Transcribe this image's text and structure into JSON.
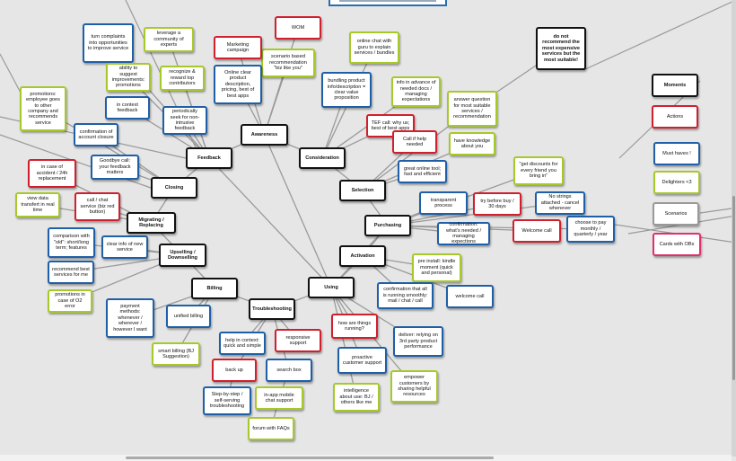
{
  "legend": [
    {
      "id": "lg-moments",
      "text": "Moments",
      "kind": "black"
    },
    {
      "id": "lg-actions",
      "text": "Actions",
      "kind": "red"
    },
    {
      "id": "lg-musthaves",
      "text": "Must haves !",
      "kind": "blue"
    },
    {
      "id": "lg-delighters",
      "text": "Delighters <3",
      "kind": "green"
    },
    {
      "id": "lg-scenarios",
      "text": "Scenarios",
      "kind": "gray"
    },
    {
      "id": "lg-obs",
      "text": "Cards with OBs",
      "kind": "pink"
    }
  ],
  "moments": [
    {
      "id": "awareness",
      "text": "Awareness"
    },
    {
      "id": "consideration",
      "text": "Consideration"
    },
    {
      "id": "feedback",
      "text": "Feedback"
    },
    {
      "id": "closing",
      "text": "Closing"
    },
    {
      "id": "selection",
      "text": "Selection"
    },
    {
      "id": "purchasing",
      "text": "Purchasing"
    },
    {
      "id": "migrating",
      "text": "Migrating / Replacing"
    },
    {
      "id": "upselling",
      "text": "Upselling / Downselling"
    },
    {
      "id": "activation",
      "text": "Activation"
    },
    {
      "id": "billing",
      "text": "Billing"
    },
    {
      "id": "using",
      "text": "Using"
    },
    {
      "id": "troubleshooting",
      "text": "Troubleshooting"
    }
  ],
  "cards": [
    {
      "id": "wom",
      "text": "WOM",
      "kind": "red"
    },
    {
      "id": "scenario-biz",
      "text": "scenario based recommendation \"biz like you\"",
      "kind": "green"
    },
    {
      "id": "marketing",
      "text": "Marketing campaign",
      "kind": "red"
    },
    {
      "id": "online-clear",
      "text": "Online clear product description, pricing, best of best apps",
      "kind": "blue"
    },
    {
      "id": "leverage",
      "text": "leverage a community of experts",
      "kind": "green"
    },
    {
      "id": "complaints",
      "text": "turn complaints into opportunities to improve service",
      "kind": "blue"
    },
    {
      "id": "ability",
      "text": "ability to suggest improvements: promotions",
      "kind": "green"
    },
    {
      "id": "recognize",
      "text": "recognize & reward top contributors",
      "kind": "green"
    },
    {
      "id": "promotions-emp",
      "text": "promotions: employee goes to other company and recommends service",
      "kind": "green"
    },
    {
      "id": "in-context",
      "text": "in context feedback",
      "kind": "blue"
    },
    {
      "id": "periodically",
      "text": "periodically seek for non-intrusive feedback",
      "kind": "blue"
    },
    {
      "id": "confirmation-closure",
      "text": "confirmation of account closure",
      "kind": "blue"
    },
    {
      "id": "goodbye",
      "text": "Goodbye call: your feedback matters",
      "kind": "blue"
    },
    {
      "id": "accident",
      "text": "in case of accident / 24h replacement",
      "kind": "red"
    },
    {
      "id": "view-data",
      "text": "view data transfert in real time",
      "kind": "green"
    },
    {
      "id": "call-chat",
      "text": "call / chat service (biz red button)",
      "kind": "red"
    },
    {
      "id": "comparison",
      "text": "comparison with \"old\": short/long term; features",
      "kind": "blue"
    },
    {
      "id": "clear-info",
      "text": "clear info of new service",
      "kind": "blue"
    },
    {
      "id": "recommend-best",
      "text": "recommend best services for me",
      "kind": "blue"
    },
    {
      "id": "promotions-o2",
      "text": "promotions in case of O2 error",
      "kind": "green"
    },
    {
      "id": "payment",
      "text": "payment methods: whenever / wherever / however I want",
      "kind": "blue"
    },
    {
      "id": "unified",
      "text": "unified billing",
      "kind": "blue"
    },
    {
      "id": "smart-billing",
      "text": "smart billing (BJ Suggestion)",
      "kind": "green"
    },
    {
      "id": "help-context",
      "text": "help in context: quick and simple",
      "kind": "blue"
    },
    {
      "id": "responsive",
      "text": "responsive support",
      "kind": "red"
    },
    {
      "id": "back-up",
      "text": "back up",
      "kind": "red"
    },
    {
      "id": "search-box",
      "text": "search box",
      "kind": "blue"
    },
    {
      "id": "step-by-step",
      "text": "Step-by-step / self-serving troubleshooting",
      "kind": "blue"
    },
    {
      "id": "in-app",
      "text": "in-app mobile chat support",
      "kind": "green"
    },
    {
      "id": "forum",
      "text": "forum with FAQs",
      "kind": "green"
    },
    {
      "id": "online-chat",
      "text": "online chat with guru to explain services / bundles",
      "kind": "green"
    },
    {
      "id": "bundling",
      "text": "bundling product info/description = clear value proposition",
      "kind": "blue"
    },
    {
      "id": "info-advance",
      "text": "info in advance of needed docs / managing expectations",
      "kind": "green"
    },
    {
      "id": "tef-call",
      "text": "TEF call: why us; best of best apps",
      "kind": "red"
    },
    {
      "id": "answer-question",
      "text": "answer question for most suitable services / recommendation",
      "kind": "green"
    },
    {
      "id": "call-if-help",
      "text": "Call if help needed",
      "kind": "red"
    },
    {
      "id": "have-knowledge",
      "text": "have knowledge about you",
      "kind": "green"
    },
    {
      "id": "great-tool",
      "text": "great online tool; fast and efficient",
      "kind": "blue"
    },
    {
      "id": "do-not-recommend",
      "text": "do not recommend the most expensive services but the most suitable!",
      "kind": "black"
    },
    {
      "id": "get-discounts",
      "text": "\"get discounts for every friend you bring in\"",
      "kind": "green"
    },
    {
      "id": "transparent",
      "text": "transparent process",
      "kind": "blue"
    },
    {
      "id": "try-before",
      "text": "try before buy / 30 days",
      "kind": "red"
    },
    {
      "id": "no-strings",
      "text": "No strings attached - cancel whenever",
      "kind": "blue"
    },
    {
      "id": "confirmation-needed",
      "text": "confirmation: what's needed / managing expections",
      "kind": "blue"
    },
    {
      "id": "welcome-call-red",
      "text": "Welcome call",
      "kind": "red"
    },
    {
      "id": "choose-pay",
      "text": "choose to pay monthly / quarterly / year",
      "kind": "blue"
    },
    {
      "id": "pre-install",
      "text": "pre install: kindle moment (quick and personal)",
      "kind": "green"
    },
    {
      "id": "confirmation-running",
      "text": "confirmation that all is running smoothly: mail / chat / call",
      "kind": "blue"
    },
    {
      "id": "welcome-call-blue",
      "text": "welcome call",
      "kind": "blue"
    },
    {
      "id": "how-running",
      "text": "how are things running?",
      "kind": "red"
    },
    {
      "id": "deliver",
      "text": "deliver: relying on 3rd party product performance",
      "kind": "blue"
    },
    {
      "id": "proactive",
      "text": "proactive customer support",
      "kind": "blue"
    },
    {
      "id": "intelligence",
      "text": "intelligence about use: BJ / others like me",
      "kind": "green"
    },
    {
      "id": "empower",
      "text": "empower customers by sharing helpful resources",
      "kind": "green"
    }
  ],
  "colors": {
    "black": "#111111",
    "red": "#d0202e",
    "blue": "#1f5fa8",
    "green": "#a6c92a",
    "gray": "#999999",
    "pink": "#e0306a",
    "background": "#e6e6e6"
  },
  "links": [
    [
      "awareness",
      "wom"
    ],
    [
      "awareness",
      "scenario-biz"
    ],
    [
      "awareness",
      "marketing"
    ],
    [
      "awareness",
      "online-clear"
    ],
    [
      "awareness",
      "consideration"
    ],
    [
      "feedback",
      "leverage"
    ],
    [
      "feedback",
      "complaints"
    ],
    [
      "feedback",
      "ability"
    ],
    [
      "feedback",
      "recognize"
    ],
    [
      "feedback",
      "in-context"
    ],
    [
      "feedback",
      "periodically"
    ],
    [
      "feedback",
      "awareness"
    ],
    [
      "closing",
      "confirmation-closure"
    ],
    [
      "closing",
      "goodbye"
    ],
    [
      "closing",
      "feedback"
    ],
    [
      "migrating",
      "accident"
    ],
    [
      "migrating",
      "view-data"
    ],
    [
      "migrating",
      "call-chat"
    ],
    [
      "migrating",
      "closing"
    ],
    [
      "upselling",
      "comparison"
    ],
    [
      "upselling",
      "clear-info"
    ],
    [
      "upselling",
      "recommend-best"
    ],
    [
      "upselling",
      "promotions-o2"
    ],
    [
      "upselling",
      "migrating"
    ],
    [
      "billing",
      "payment"
    ],
    [
      "billing",
      "unified"
    ],
    [
      "billing",
      "smart-billing"
    ],
    [
      "billing",
      "upselling"
    ],
    [
      "troubleshooting",
      "help-context"
    ],
    [
      "troubleshooting",
      "responsive"
    ],
    [
      "troubleshooting",
      "back-up"
    ],
    [
      "troubleshooting",
      "search-box"
    ],
    [
      "troubleshooting",
      "billing"
    ],
    [
      "back-up",
      "step-by-step"
    ],
    [
      "search-box",
      "in-app"
    ],
    [
      "in-app",
      "forum"
    ],
    [
      "consideration",
      "online-chat"
    ],
    [
      "consideration",
      "bundling"
    ],
    [
      "consideration",
      "info-advance"
    ],
    [
      "consideration",
      "tef-call"
    ],
    [
      "consideration",
      "selection"
    ],
    [
      "selection",
      "answer-question"
    ],
    [
      "selection",
      "call-if-help"
    ],
    [
      "selection",
      "have-knowledge"
    ],
    [
      "selection",
      "great-tool"
    ],
    [
      "answer-question",
      "do-not-recommend"
    ],
    [
      "purchasing",
      "get-discounts"
    ],
    [
      "purchasing",
      "transparent"
    ],
    [
      "purchasing",
      "try-before"
    ],
    [
      "purchasing",
      "no-strings"
    ],
    [
      "purchasing",
      "confirmation-needed"
    ],
    [
      "purchasing",
      "welcome-call-red"
    ],
    [
      "purchasing",
      "choose-pay"
    ],
    [
      "purchasing",
      "selection"
    ],
    [
      "activation",
      "pre-install"
    ],
    [
      "activation",
      "confirmation-running"
    ],
    [
      "activation",
      "welcome-call-blue"
    ],
    [
      "activation",
      "purchasing"
    ],
    [
      "using",
      "how-running"
    ],
    [
      "using",
      "deliver"
    ],
    [
      "using",
      "proactive"
    ],
    [
      "using",
      "intelligence"
    ],
    [
      "using",
      "empower"
    ],
    [
      "using",
      "activation"
    ],
    [
      "using",
      "troubleshooting"
    ],
    [
      "using",
      "awareness"
    ],
    [
      "using",
      "feedback"
    ],
    [
      "using",
      "purchasing"
    ],
    [
      "promotions-emp",
      "closing"
    ]
  ]
}
